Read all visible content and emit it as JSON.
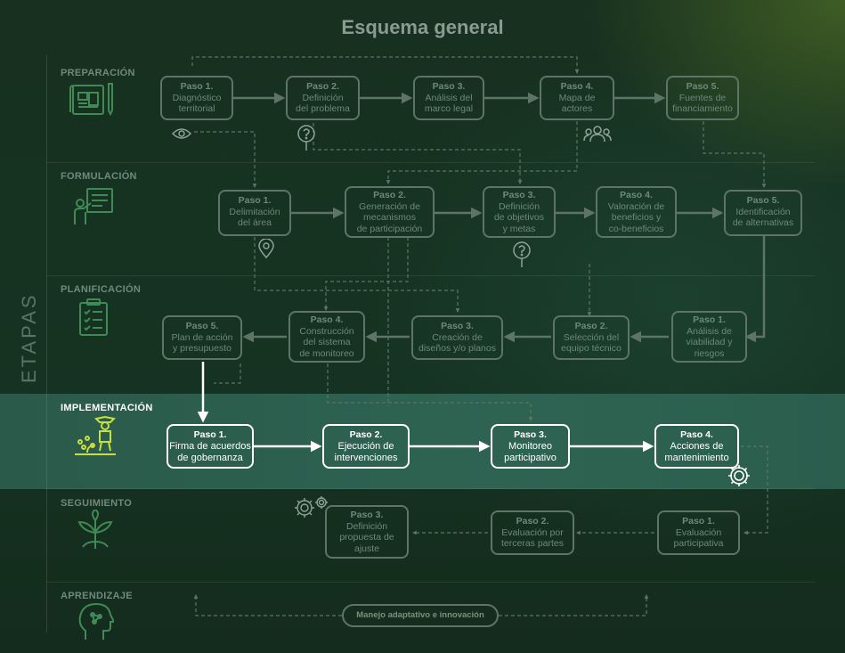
{
  "title": "Esquema general",
  "etapas_label": "ETAPAS",
  "stages": [
    {
      "name": "PREPARACIÓN",
      "icon": "blueprint-icon",
      "steps": [
        {
          "title": "Paso 1.",
          "desc": "Diagnóstico\nterritorial"
        },
        {
          "title": "Paso 2.",
          "desc": "Definición\ndel problema"
        },
        {
          "title": "Paso 3.",
          "desc": "Análisis del\nmarco legal"
        },
        {
          "title": "Paso 4.",
          "desc": "Mapa de\nactores"
        },
        {
          "title": "Paso 5.",
          "desc": "Fuentes de\nfinanciamiento"
        }
      ]
    },
    {
      "name": "FORMULACIÓN",
      "icon": "presentation-icon",
      "steps": [
        {
          "title": "Paso 1.",
          "desc": "Delimitación\ndel área"
        },
        {
          "title": "Paso 2.",
          "desc": "Generación de\nmecanismos\nde participación"
        },
        {
          "title": "Paso 3.",
          "desc": "Definición\nde objetivos\ny metas"
        },
        {
          "title": "Paso 4.",
          "desc": "Valoración de\nbeneficios y\nco-beneficios"
        },
        {
          "title": "Paso 5.",
          "desc": "Identificación\nde alternativas"
        }
      ]
    },
    {
      "name": "PLANIFICACIÓN",
      "icon": "checklist-icon",
      "steps": [
        {
          "title": "Paso 1.",
          "desc": "Análisis de\nviabilidad y\nriesgos"
        },
        {
          "title": "Paso 2.",
          "desc": "Selección del\nequipo técnico"
        },
        {
          "title": "Paso 3.",
          "desc": "Creación de\ndiseños y/o planos"
        },
        {
          "title": "Paso 4.",
          "desc": "Construcción\ndel sistema\nde monitoreo"
        },
        {
          "title": "Paso 5.",
          "desc": "Plan de acción\ny presupuesto"
        }
      ]
    },
    {
      "name": "IMPLEMENTACIÓN",
      "icon": "planting-icon",
      "steps": [
        {
          "title": "Paso 1.",
          "desc": "Firma de acuerdos\nde gobernanza"
        },
        {
          "title": "Paso 2.",
          "desc": "Ejecución de\nintervenciones"
        },
        {
          "title": "Paso 3.",
          "desc": "Monitoreo\nparticipativo"
        },
        {
          "title": "Paso 4.",
          "desc": "Acciones de\nmantenimiento"
        }
      ]
    },
    {
      "name": "SEGUIMIENTO",
      "icon": "sprout-icon",
      "steps": [
        {
          "title": "Paso 1.",
          "desc": "Evaluación\nparticipativa"
        },
        {
          "title": "Paso 2.",
          "desc": "Evaluación por\nterceras partes"
        },
        {
          "title": "Paso 3.",
          "desc": "Definición\npropuesta de\najuste"
        }
      ]
    },
    {
      "name": "APRENDIZAJE",
      "icon": "brain-head-icon",
      "pill": "Manejo adaptativo e innovación"
    }
  ],
  "colors": {
    "background": "#16301f",
    "active_band": "#2e6352",
    "inactive_stroke": "#5d7466",
    "active_stroke": "#ffffff",
    "icon_green": "#8ec63f",
    "title_gray": "#8a9b8f"
  }
}
